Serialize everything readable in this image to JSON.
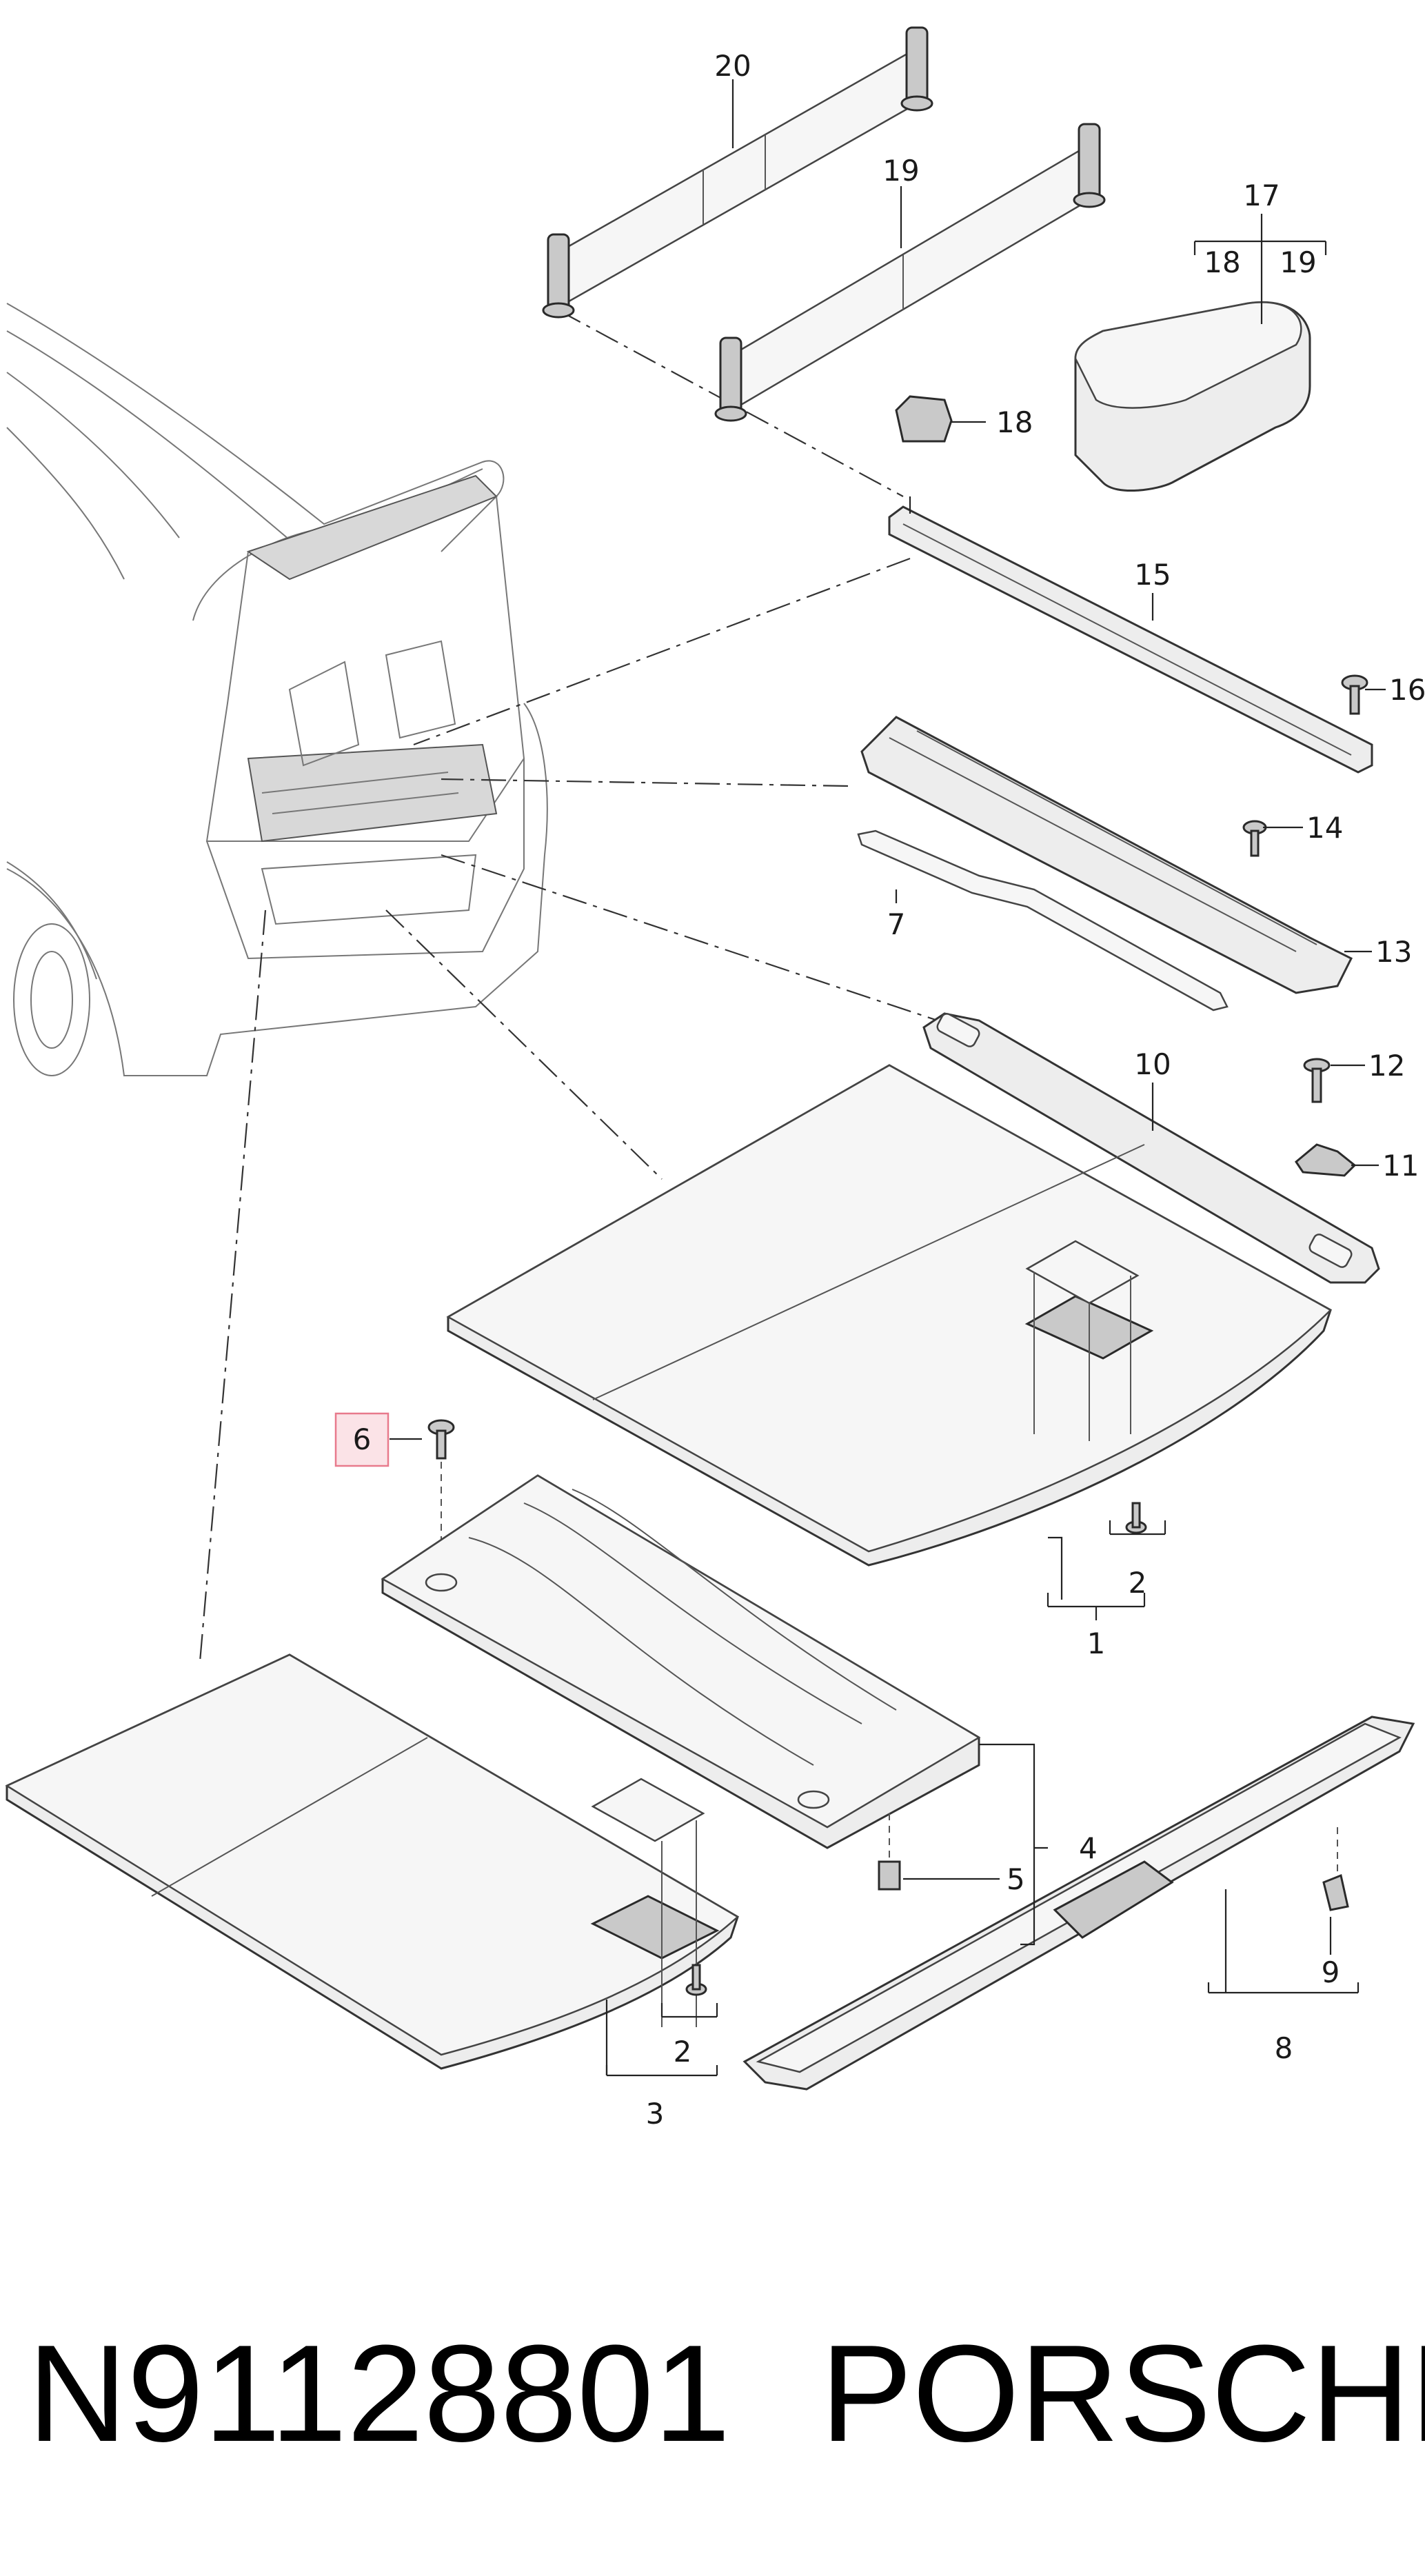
{
  "diagram": {
    "callouts": {
      "p1": "1",
      "p2a": "2",
      "p2b": "2",
      "p3": "3",
      "p4": "4",
      "p5": "5",
      "p6": "6",
      "p7": "7",
      "p8": "8",
      "p9": "9",
      "p10": "10",
      "p11": "11",
      "p12": "12",
      "p13": "13",
      "p14": "14",
      "p15": "15",
      "p16": "16",
      "p17": "17",
      "p17a": "18",
      "p17b": "19",
      "p18": "18",
      "p19": "19",
      "p20": "20"
    },
    "highlight_color": "#e87a8c",
    "highlight_fill": "#fbe3e7"
  },
  "caption": {
    "part_number": "N91128801",
    "brand": "PORSCHE"
  }
}
